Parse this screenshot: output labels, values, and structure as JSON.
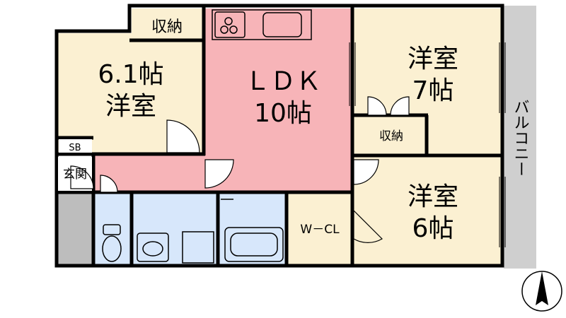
{
  "rooms": {
    "western_room_a": {
      "size": "6.1帖",
      "type": "洋室"
    },
    "storage_top": {
      "label": "収納"
    },
    "ldk": {
      "type": "ＬＤＫ",
      "size": "10帖"
    },
    "western_room_b": {
      "type": "洋室",
      "size": "7帖"
    },
    "storage_mid": {
      "label": "収納"
    },
    "western_room_c": {
      "type": "洋室",
      "size": "6帖"
    },
    "walk_in_closet": {
      "label": "W－CL"
    },
    "shoe_box": {
      "label": "SB"
    },
    "entrance": {
      "label": "玄関"
    },
    "balcony": {
      "label": "バルコニー"
    }
  },
  "colors": {
    "wall": "#000000",
    "western_floor": "#fbf0d2",
    "ldk_floor": "#f7b4b8",
    "hall_floor": "#f7b4b8",
    "bath_floor": "#d7e7fb",
    "balcony_floor": "#cfcfcf",
    "grey_block": "#bdbdbd",
    "entrance_floor": "#ffffff"
  },
  "compass": {
    "icon": "north-arrow-icon"
  }
}
